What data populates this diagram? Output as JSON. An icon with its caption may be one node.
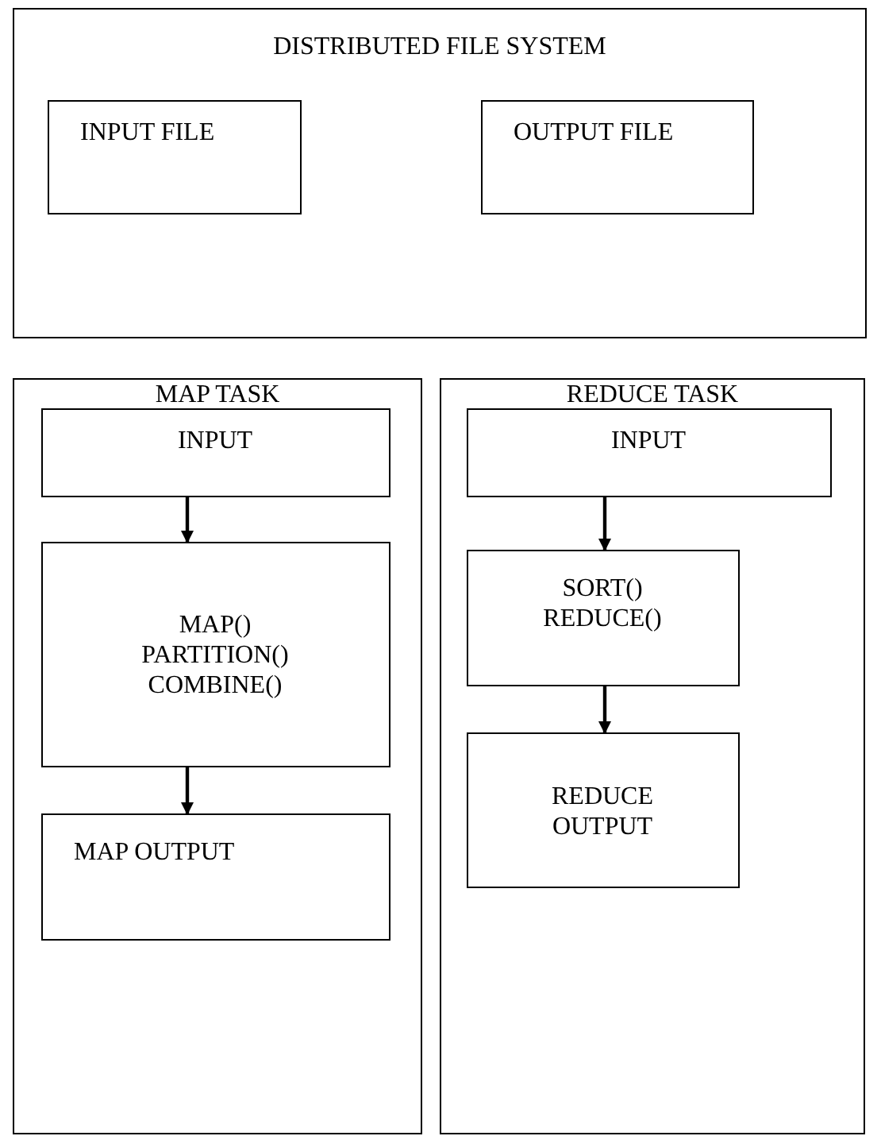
{
  "diagram": {
    "nodes": [
      {
        "text": [
          "DISTRIBUTED FILE SYSTEM"
        ]
      },
      {
        "text": [
          "INPUT FILE"
        ],
        "in": 0
      },
      {
        "text": [
          "OUTPUT FILE"
        ],
        "in": 0
      },
      {
        "text": [
          "MAP TASK"
        ]
      },
      {
        "text": [
          "INPUT"
        ],
        "in": 3
      },
      {
        "text": [
          "MAP()",
          "PARTITION()",
          "COMBINE()"
        ],
        "in": 3
      },
      {
        "text": [
          "MAP OUTPUT"
        ],
        "in": 3
      },
      {
        "text": [
          "REDUCE TASK"
        ]
      },
      {
        "text": [
          "INPUT"
        ],
        "in": 7
      },
      {
        "text": [
          "SORT()",
          "REDUCE()"
        ],
        "in": 7
      },
      {
        "text": [
          "REDUCE OUTPUT"
        ],
        "in": 7
      }
    ],
    "edges": [
      {
        "from": 4,
        "to": 5,
        "arrow": "to"
      },
      {
        "from": 5,
        "to": 6,
        "arrow": "to"
      },
      {
        "from": 8,
        "to": 9,
        "arrow": "to"
      },
      {
        "from": 9,
        "to": 10,
        "arrow": "to"
      }
    ]
  }
}
